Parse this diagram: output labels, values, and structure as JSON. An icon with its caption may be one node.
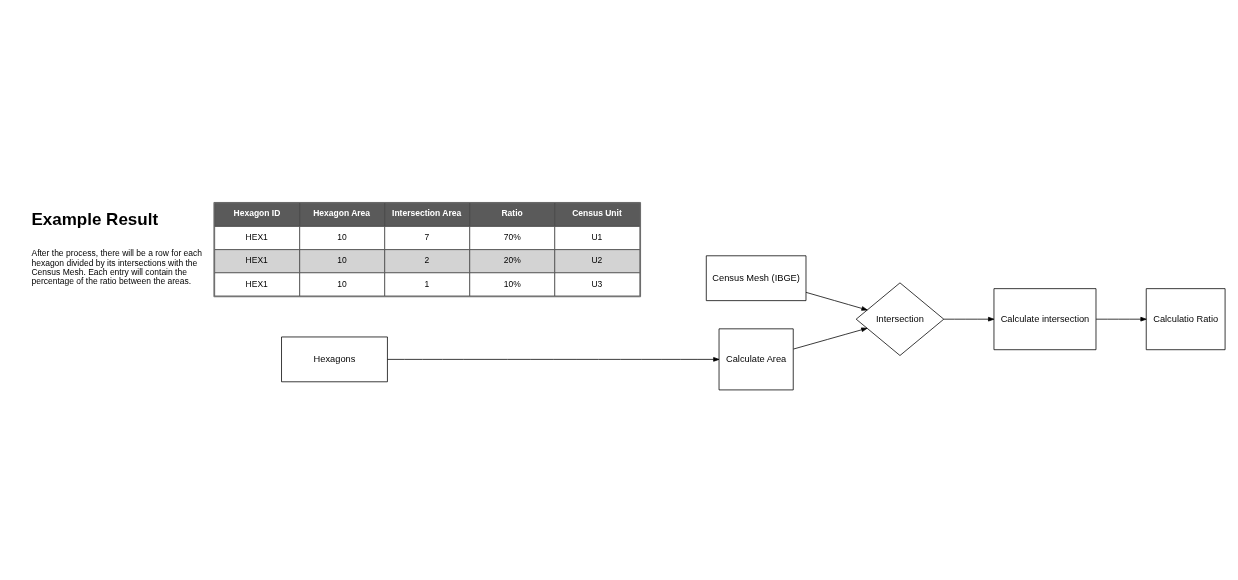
{
  "diagram": {
    "nodes": [
      {
        "text": [
          "Census Mesh (IBGE)"
        ]
      },
      {
        "text": [
          "Hexagons"
        ]
      },
      {
        "text": [
          "Calculate Area"
        ]
      },
      {
        "text": [
          "Intersection"
        ]
      },
      {
        "text": [
          "Calculate intersection"
        ]
      },
      {
        "text": [
          "Calculatio Ratio"
        ]
      }
    ],
    "edges": [
      {
        "from": 1,
        "to": 2,
        "arrow": "to"
      },
      {
        "from": 0,
        "to": 3,
        "arrow": "to"
      },
      {
        "from": 2,
        "to": 3,
        "arrow": "to"
      },
      {
        "from": 3,
        "to": 4,
        "arrow": "to"
      },
      {
        "from": 4,
        "to": 5,
        "arrow": "to"
      }
    ],
    "labels": [
      "Example Result",
      "After the process, there will be a row for each hexagon divided by its intersections with the Census Mesh. Each entry will contain the percentage of the ratio between the areas.",
      "Hexagon ID",
      "Hexagon Area",
      "Intersection Area",
      "Ratio",
      "Census Unit",
      "HEX1",
      "10",
      "7",
      "70%",
      "U1",
      "HEX1",
      "10",
      "2",
      "20%",
      "U2",
      "HEX1",
      "10",
      "1",
      "10%",
      "U3"
    ]
  }
}
